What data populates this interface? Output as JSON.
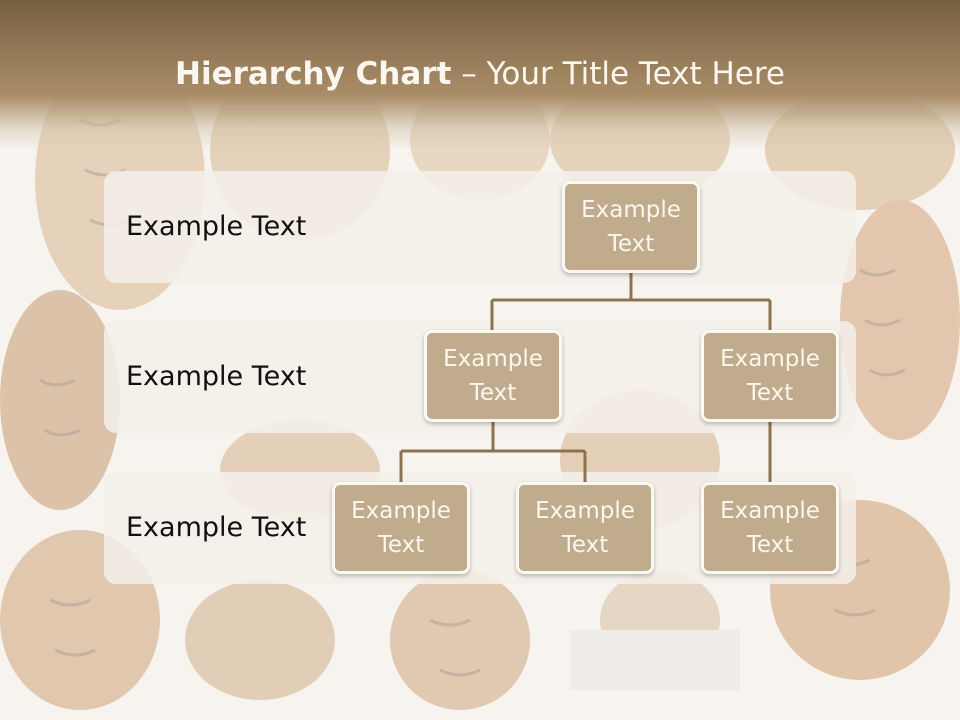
{
  "title": {
    "bold": "Hierarchy Chart",
    "rest": " – Your Title Text Here"
  },
  "levels": [
    {
      "label": "Example Text"
    },
    {
      "label": "Example Text"
    },
    {
      "label": "Example Text"
    }
  ],
  "nodes": {
    "root": "Example Text",
    "level2_left": "Example Text",
    "level2_right": "Example Text",
    "level3_a": "Example Text",
    "level3_b": "Example Text",
    "level3_c": "Example Text"
  },
  "colors": {
    "title_bar": "#8d7352",
    "node_fill": "#c0ab8c",
    "node_border": "#fbf8f3",
    "connector": "#8c7350",
    "band": "#f4efe9"
  }
}
